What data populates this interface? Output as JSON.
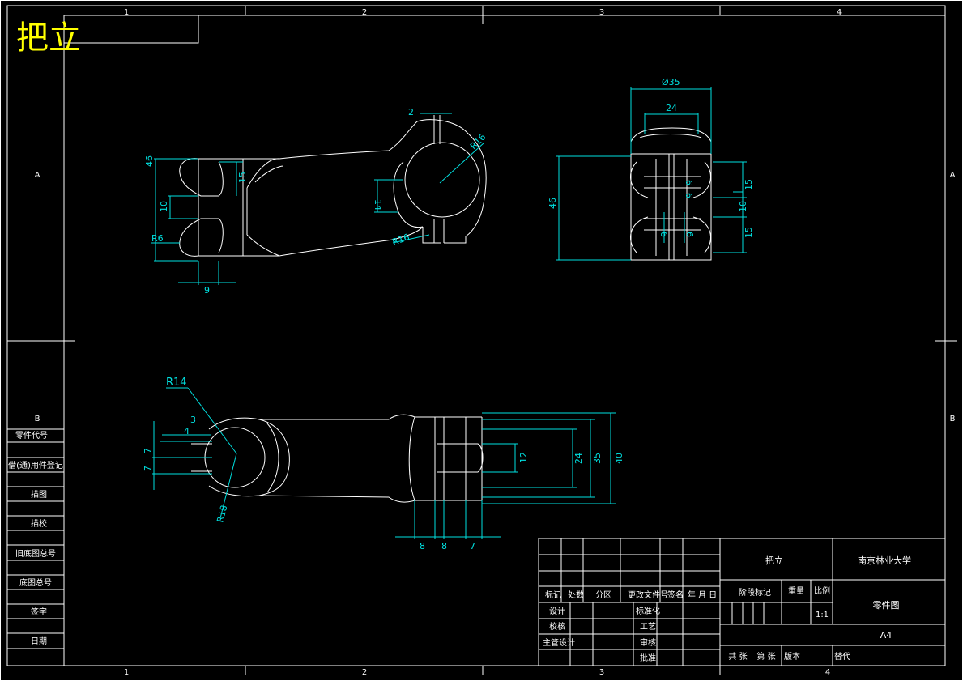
{
  "drawing": {
    "title": "把立",
    "zone_columns": [
      "1",
      "2",
      "3",
      "4"
    ],
    "zone_rows": [
      "A",
      "B"
    ]
  },
  "side_table": [
    "零件代号",
    "借(通)用件登记",
    "描图",
    "描校",
    "旧底图总号",
    "底图总号",
    "签字",
    "日期"
  ],
  "title_block": {
    "part_name": "把立",
    "school": "南京林业大学",
    "drawing_type": "零件图",
    "sheet_size": "A4",
    "rev_headers": [
      "标记",
      "处数",
      "分区",
      "更改文件号",
      "签名",
      "年 月 日"
    ],
    "left_labels": [
      "设计",
      "校核",
      "主管设计"
    ],
    "mid_labels": [
      "标准化",
      "工艺",
      "审核",
      "批准"
    ],
    "stage_label": "阶段标记",
    "weight_label": "重量",
    "scale_label": "比例",
    "scale_value": "1:1",
    "bottom_labels": [
      "共  张",
      "第  张",
      "版本",
      "替代"
    ]
  },
  "dimensions": {
    "side_view": [
      "2",
      "R16",
      "46",
      "15",
      "10",
      "R6",
      "9",
      "14",
      "R16"
    ],
    "end_view": [
      "Ø35",
      "24",
      "46",
      "15",
      "10",
      "15",
      "6",
      "6",
      "6",
      "6"
    ],
    "top_view": [
      "R14",
      "3",
      "4",
      "7",
      "7",
      "R18",
      "12",
      "24",
      "35",
      "40",
      "8",
      "8",
      "7"
    ]
  }
}
